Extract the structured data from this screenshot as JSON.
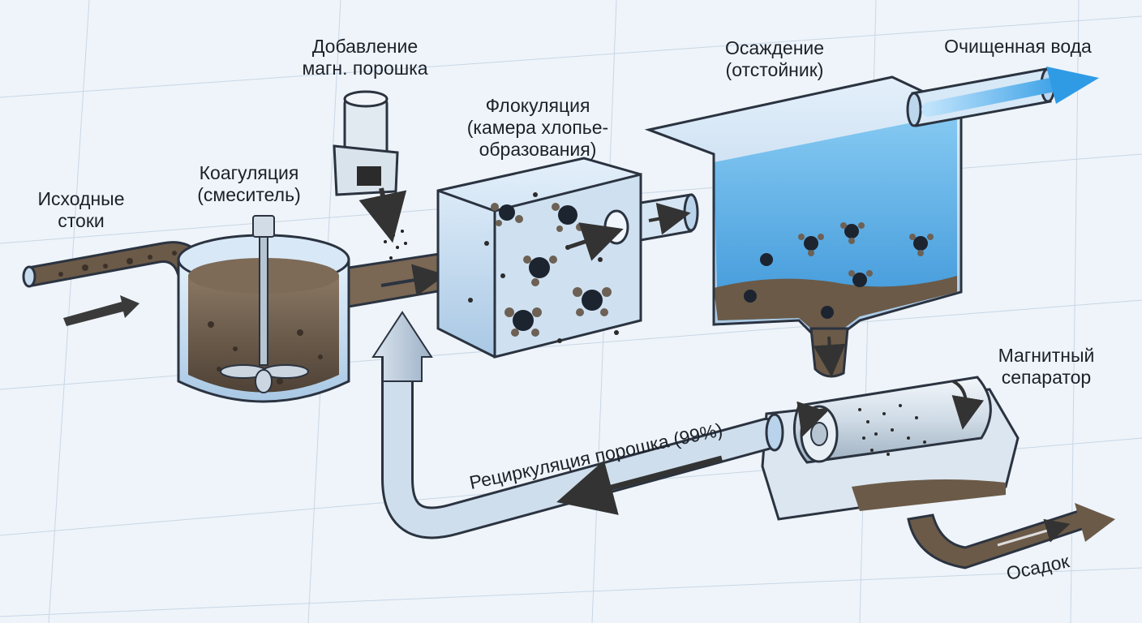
{
  "labels": {
    "raw_inflow": [
      "Исходные",
      "стоки"
    ],
    "coagulation": [
      "Коагуляция",
      "(смеситель)"
    ],
    "powder_dosing": [
      "Добавление",
      "магн. порошка"
    ],
    "flocculation": [
      "Флокуляция",
      "(камера хлопье-",
      "образования)"
    ],
    "sedimentation": [
      "Осаждение",
      "(отстойник)"
    ],
    "clean_water": "Очищенная вода",
    "magnetic_separator": [
      "Магнитный",
      "сепаратор"
    ],
    "recirculation": "Рециркуляция порошка (99%)",
    "sludge": "Осадок"
  },
  "colors": {
    "background": "#eef4fa",
    "grid": "#c9d6e4",
    "water": "#4aa8e6",
    "sludge": "#6b5a48",
    "pipe_glass": "#b9d3ea",
    "arrow_dark": "#3a3a3a",
    "arrow_blue": "#2f9be5"
  }
}
